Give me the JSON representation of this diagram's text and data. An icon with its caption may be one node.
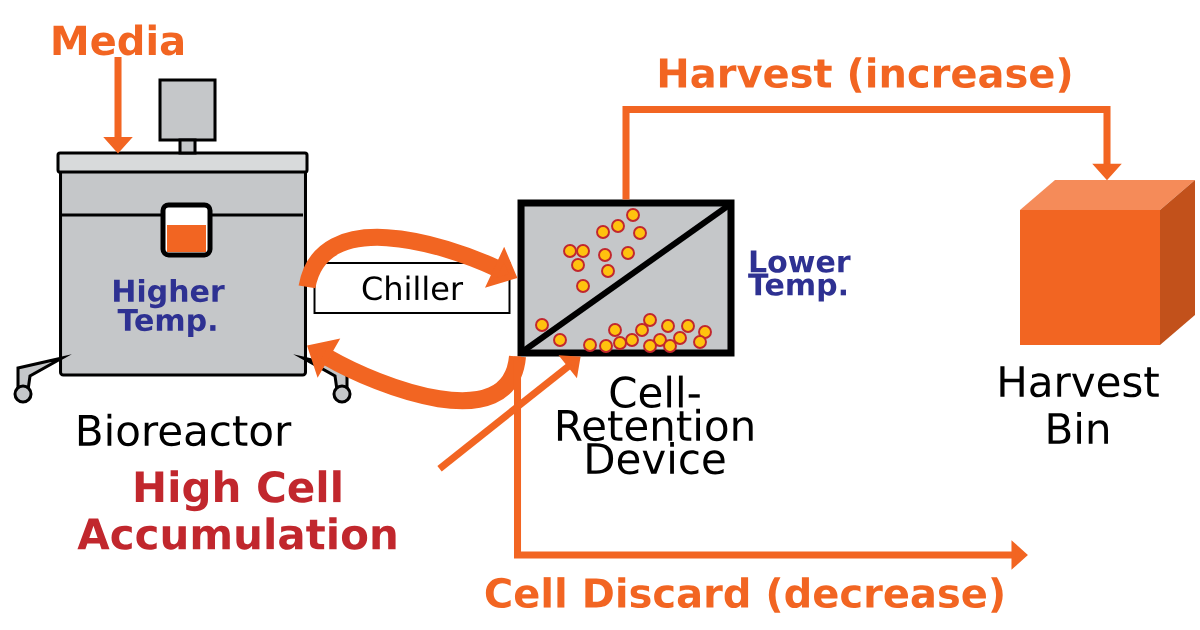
{
  "diagram": {
    "nodes": [
      {
        "text": [
          "Higher Temp."
        ],
        "beside": [
          "Bioreactor"
        ]
      },
      {
        "text": [
          "Chiller"
        ]
      },
      {
        "text": [
          "Cell- Retention Device"
        ],
        "beside": [
          "Lower Temp."
        ]
      },
      {
        "text": [
          "Harvest Bin"
        ]
      },
      {
        "text": [
          "Media"
        ]
      },
      {
        "text": [
          "High Cell Accumulation"
        ]
      }
    ],
    "edges": [
      {
        "from": 4,
        "to": 0,
        "arrow": "to"
      },
      {
        "from": 0,
        "to": 2,
        "arrow": "to",
        "style": "thick"
      },
      {
        "from": 2,
        "to": 0,
        "arrow": "to",
        "style": "thick"
      },
      {
        "from": 2,
        "to": 3,
        "arrow": "to",
        "label": "Harvest (increase)"
      },
      {
        "from": 2,
        "to": null,
        "arrow": "to",
        "label": "Cell Discard (decrease)"
      },
      {
        "from": 5,
        "to": 2,
        "arrow": "to"
      }
    ]
  }
}
